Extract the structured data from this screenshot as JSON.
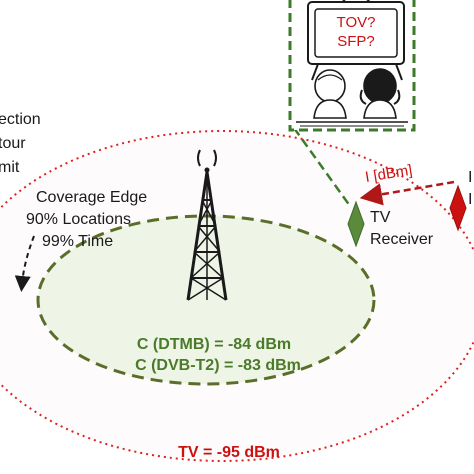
{
  "colors": {
    "outer_dotted": "#e02020",
    "inner_dashed": "#5a6e2a",
    "inner_fill": "#eef5e6",
    "green_text": "#4a7a2a",
    "red_text": "#cc1111",
    "tv_inset_border": "#3d7a2a"
  },
  "top_left_fragments": [
    "ection",
    "tour",
    "mit"
  ],
  "coverage": {
    "line1": "Coverage Edge",
    "line2": "90% Locations",
    "line3": "99% Time"
  },
  "receiver": {
    "line1": "TV",
    "line2": "Receiver"
  },
  "interference_label": "I [dBm]",
  "right_fragments": [
    "I",
    "I"
  ],
  "inset": {
    "line1": "TOV?",
    "line2": "SFP?"
  },
  "dtmb_label": "C (DTMB) = -84 dBm",
  "dvb_label": "C (DVB-T2) = -83 dBm",
  "tv_label": "TV = -95 dBm",
  "icons": [
    "transmission-tower-icon",
    "tv-watchers-icon",
    "green-diamond-icon",
    "red-diamond-icon"
  ]
}
